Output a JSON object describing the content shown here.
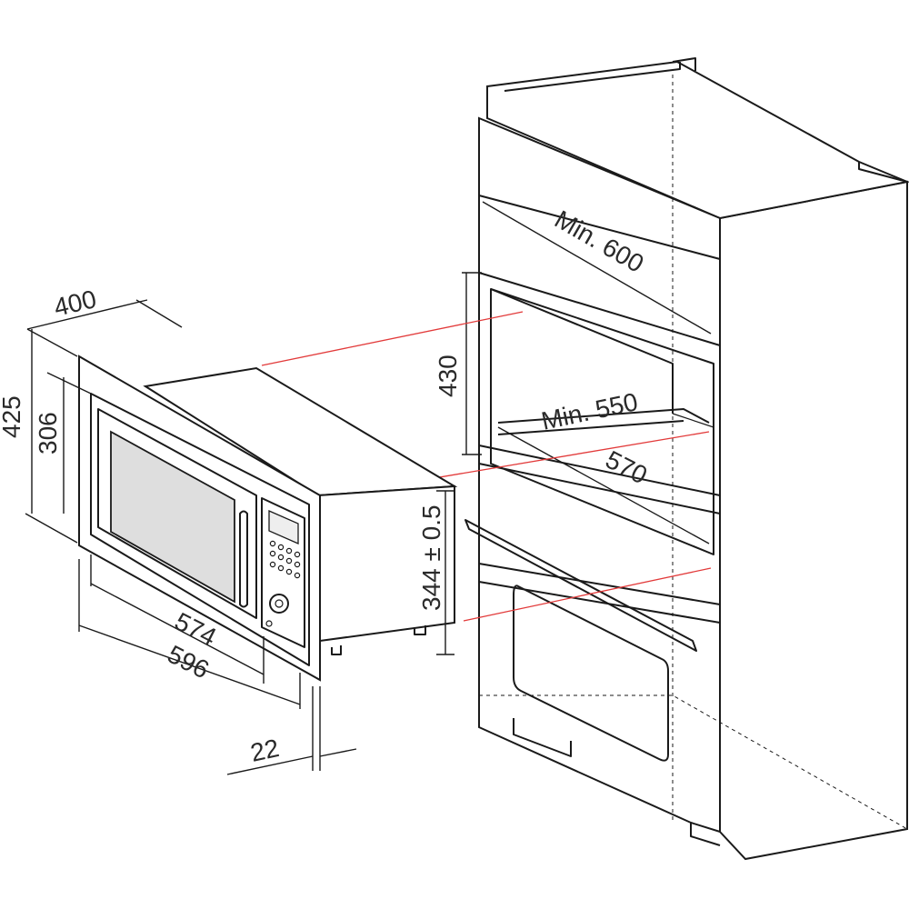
{
  "colors": {
    "line": "#1a1a1a",
    "guide": "#e23a3a",
    "glass": "#dedede"
  },
  "microwave": {
    "depth": "400",
    "height": "425",
    "inner_height": "306",
    "inner_width": "574",
    "width": "596",
    "frame_depth": "22",
    "body_height": "344 ± 0.5"
  },
  "cabinet": {
    "min_depth": "Min. 600",
    "opening_height": "430",
    "min_inner_depth": "Min. 550",
    "opening_width": "570"
  }
}
